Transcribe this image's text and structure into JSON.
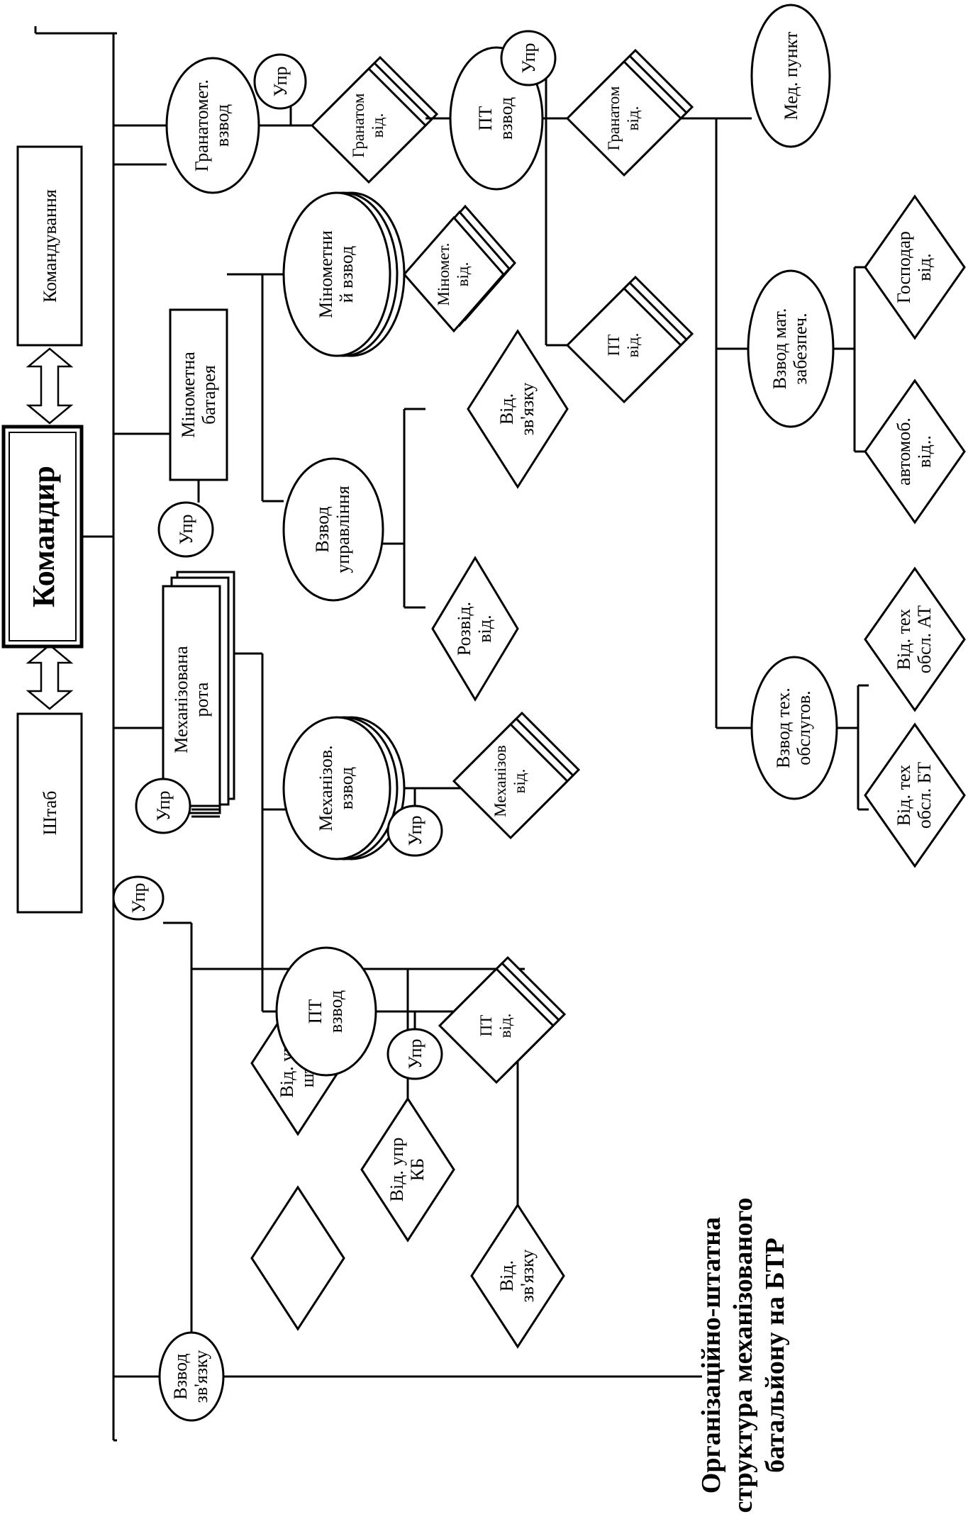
{
  "title_lines": [
    "Організаційно-штатна",
    "структура механізованого",
    "батальйону на БТР"
  ],
  "commander": "Командир",
  "hq": "Штаб",
  "command": "Командування",
  "upr": "Упр",
  "signal_platoon": {
    "name": [
      "Взвод",
      "зв'язку"
    ],
    "squads": [
      [
        "Від. упр.",
        "штабу"
      ],
      [
        "Від. упр",
        "КБ"
      ],
      [
        "Від.",
        "зв'язку"
      ]
    ]
  },
  "mech_company": {
    "name": [
      "Механізована",
      "рота"
    ],
    "at_platoon": [
      "ПТ",
      "взвод"
    ],
    "at_squad": [
      "ПТ",
      "від."
    ],
    "mech_platoon": [
      "Механізов.",
      "взвод"
    ],
    "mech_squad": [
      "Механізов",
      "від."
    ]
  },
  "mortar_battery": {
    "name": [
      "Мінометна",
      "батарея"
    ],
    "control_platoon": [
      "Взвод",
      "управління"
    ],
    "recon_squad": [
      "Розвід.",
      "від."
    ],
    "signal_squad": [
      "Від.",
      "зв'язку"
    ],
    "mortar_platoon": [
      "Мінометни",
      "й взвод"
    ],
    "mortar_squad": [
      "Міномет.",
      "від."
    ]
  },
  "grenade_platoon": {
    "name": [
      "Гранатомет.",
      "взвод"
    ],
    "squad": [
      "Гранатом",
      "від."
    ]
  },
  "at_platoon": {
    "name": [
      "ПТ",
      "взвод"
    ],
    "grenade_squad": [
      "Гранатом",
      "від."
    ],
    "at_squad": [
      "ПТ",
      "від."
    ]
  },
  "maintenance_platoon": {
    "name": [
      "Взвод тех.",
      "обслугов."
    ],
    "squad_at": [
      "Від. тех",
      "обсл. АТ"
    ],
    "squad_bt": [
      "Від. тех",
      "обсл. БТ"
    ]
  },
  "supply_platoon": {
    "name": [
      "Взвод мат.",
      "забезпеч."
    ],
    "household_squad": [
      "Господар",
      "від."
    ],
    "auto_squad": [
      "автомоб.",
      "від.."
    ]
  },
  "med_point": "Мед. пункт"
}
